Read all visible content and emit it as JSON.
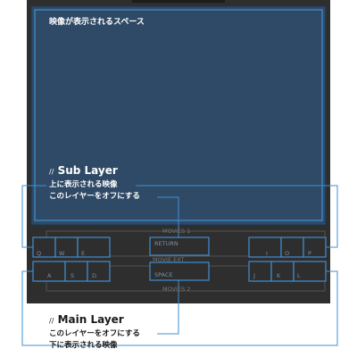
{
  "video_area": {
    "label": "映像が表示されるスペース"
  },
  "sub_layer": {
    "slashes": "//",
    "title": "Sub Layer",
    "line1": "上に表示される映像",
    "line2": "このレイヤーをオフにする"
  },
  "main_layer": {
    "slashes": "//",
    "title": "Main Layer",
    "line1": "このレイヤーをオフにする",
    "line2": "下に表示される映像"
  },
  "group_labels": {
    "movies1": "MOVIES 1",
    "movies2": "MOVIES 2",
    "movie_ext": "MOVIE EXT"
  },
  "keys": {
    "q": "Q",
    "w": "W",
    "e": "E",
    "a": "A",
    "s": "S",
    "d": "D",
    "i": "I",
    "o": "O",
    "p": "P",
    "j": "J",
    "k": "K",
    "l": "L",
    "return": "RETURN",
    "space": "SPACE"
  },
  "colors": {
    "device": "#2e2e2e",
    "screen": "#2f4a66",
    "highlight": "#3f8fd4",
    "text_light": "#ffffff",
    "text_dark": "#1a1a1a"
  }
}
